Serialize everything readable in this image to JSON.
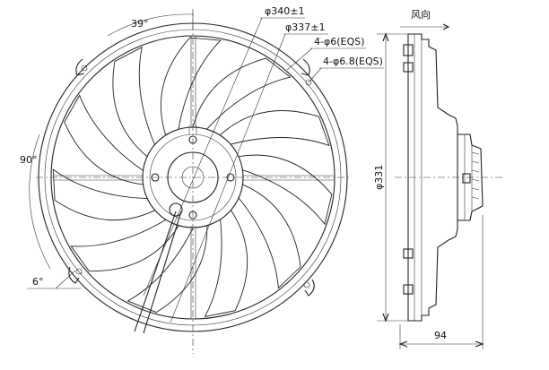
{
  "labels": {
    "angle_top": "39°",
    "angle_left": "90°",
    "angle_small": "6°",
    "dia_340": "φ340±1",
    "dia_337": "φ337±1",
    "holes_6": "4-φ6(EQS)",
    "holes_68": "4-φ6.8(EQS)",
    "wind_direction": "风向",
    "height_331": "φ331",
    "depth_94": "94"
  },
  "colors": {
    "line": "#222222",
    "background": "#ffffff"
  }
}
